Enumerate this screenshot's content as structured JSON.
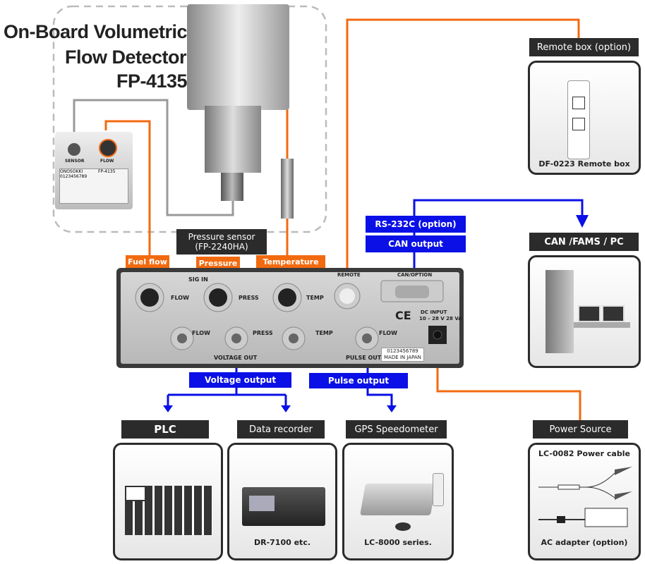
{
  "title": {
    "line1": "On-Board Volumetric",
    "line2": "Flow Detector",
    "line3": "FP-4135"
  },
  "sensor_box": {
    "brand": "ONOSOKKI",
    "model": "FP-4135",
    "sensor": "SENSOR",
    "flow": "FLOW",
    "serial": "0123456789"
  },
  "labels": {
    "remote_box": "Remote box (option)",
    "remote_caption": "DF-0223 Remote box",
    "rs232c": "RS-232C (option)",
    "can_output": "CAN output",
    "can_fams_pc": "CAN /FAMS / PC",
    "pressure_sensor": "Pressure sensor",
    "pressure_sensor_model": "(FP-2240HA)",
    "fuel_flow": "Fuel flow",
    "pressure": "Pressure",
    "temperature": "Temperature",
    "voltage_output": "Voltage output",
    "pulse_output": "Pulse output",
    "plc": "PLC",
    "data_recorder": "Data recorder",
    "data_recorder_caption": "DR-7100 etc.",
    "gps": "GPS Speedometer",
    "gps_caption": "LC-8000 series.",
    "power_source": "Power Source",
    "power_cable": "LC-0082 Power cable",
    "ac_adapter": "AC adapter (option)"
  },
  "panel": {
    "sig_in": "SIG IN",
    "flow": "FLOW",
    "press": "PRESS",
    "temp": "TEMP",
    "remote": "REMOTE",
    "can_option": "CAN/OPTION",
    "dc_input": "DC INPUT",
    "dc_range": "10 – 28 V  28 VA",
    "voltage_out": "VOLTAGE OUT",
    "pulse_out": "PULSE OUT",
    "serial": "0123456789",
    "made_in": "MADE IN JAPAN",
    "ce": "CE"
  },
  "colors": {
    "orange": "#f26a0f",
    "blue": "#0a10e6",
    "dark": "#2b2b2b"
  }
}
